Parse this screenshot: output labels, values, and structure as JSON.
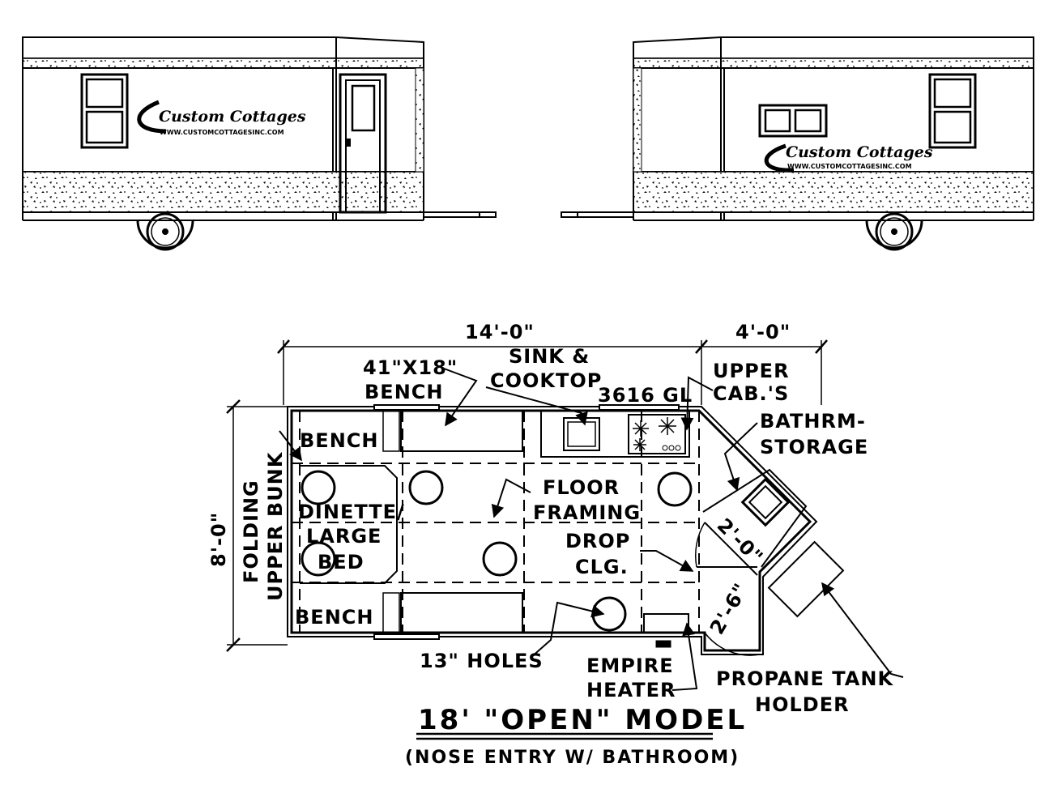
{
  "elevations": {
    "brand": "Custom Cottages",
    "website": "WWW.CUSTOMCOTTAGESINC.COM"
  },
  "dimensions": {
    "length_main": "14'-0\"",
    "length_nose": "4'-0\"",
    "width": "8'-0\"",
    "door_bath": "2'-0\"",
    "door_entry": "2'-6\""
  },
  "labels": {
    "bench_size_1": "41\"X18\"",
    "bench_size_2": "BENCH",
    "sink_1": "SINK &",
    "sink_2": "COOKTOP",
    "window": "3616 GL",
    "upper_cab_1": "UPPER",
    "upper_cab_2": "CAB.'S",
    "bathroom_1": "BATHRM-",
    "bathroom_2": "STORAGE",
    "bench_top": "BENCH",
    "bench_bottom": "BENCH",
    "dinette_1": "DINETTE/",
    "dinette_2": "LARGE",
    "dinette_3": "BED",
    "bunk_1": "FOLDING",
    "bunk_2": "UPPER BUNK",
    "floor_1": "FLOOR",
    "floor_2": "FRAMING",
    "drop_1": "DROP",
    "drop_2": "CLG.",
    "holes": "13\" HOLES",
    "heater_1": "EMPIRE",
    "heater_2": "HEATER",
    "propane_1": "PROPANE TANK",
    "propane_2": "HOLDER"
  },
  "title": "18' \"OPEN\" MODEL",
  "subtitle": "(NOSE ENTRY W/ BATHROOM)"
}
